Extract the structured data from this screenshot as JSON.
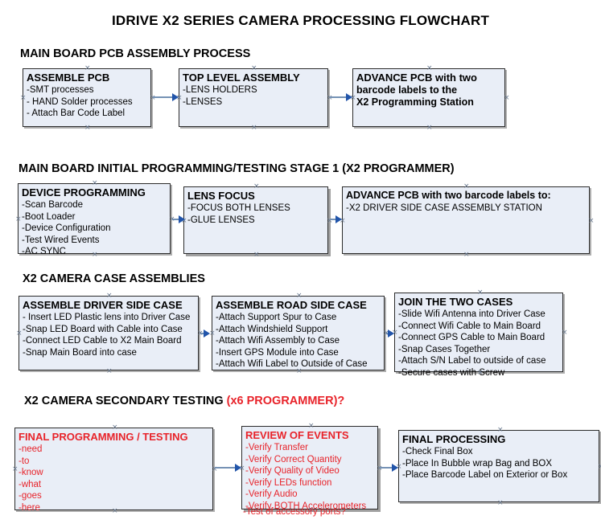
{
  "document": {
    "title": "IDRIVE X2  SERIES CAMERA PROCESSING FLOWCHART",
    "box_fill_color": "#e9eef7",
    "box_border_color": "#2b2b2b",
    "connector_color": "#7592b5",
    "arrow_color": "#2255aa",
    "accent_red": "#e8232a"
  },
  "sections": [
    {
      "id": "main-board-pcb-assembly",
      "heading": "MAIN BOARD PCB ASSEMBLY PROCESS",
      "heading_accent": "",
      "nodes": [
        {
          "id": "assemble-pcb",
          "header": "ASSEMBLE PCB",
          "lines": [
            "-SMT processes",
            "- HAND Solder processes",
            "- Attach Bar Code Label"
          ]
        },
        {
          "id": "top-level-assembly",
          "header": "TOP LEVEL ASSEMBLY",
          "lines": [
            "-LENS HOLDERS",
            "-LENSES"
          ]
        },
        {
          "id": "advance-pcb-programming-station",
          "header": "ADVANCE PCB with two",
          "lines": [
            "barcode labels to the",
            " X2 Programming Station"
          ]
        }
      ]
    },
    {
      "id": "main-board-initial-programming",
      "heading": "MAIN BOARD INITIAL PROGRAMMING/TESTING STAGE 1 (X2 PROGRAMMER)",
      "heading_accent": "",
      "nodes": [
        {
          "id": "device-programming",
          "header": "DEVICE PROGRAMMING",
          "lines": [
            "-Scan Barcode",
            "-Boot Loader",
            "-Device Configuration",
            "-Test Wired Events",
            "-AC SYNC"
          ]
        },
        {
          "id": "lens-focus",
          "header": "LENS FOCUS",
          "lines": [
            "-FOCUS BOTH LENSES",
            "-GLUE LENSES"
          ]
        },
        {
          "id": "advance-pcb-driver-side-case",
          "header": "ADVANCE PCB with two barcode labels to:",
          "lines": [
            "-X2 DRIVER  SIDE  CASE  ASSEMBLY STATION"
          ]
        }
      ]
    },
    {
      "id": "x2-camera-case-assemblies",
      "heading": "X2 CAMERA CASE ASSEMBLIES",
      "heading_accent": "",
      "nodes": [
        {
          "id": "assemble-driver-side-case",
          "header": "ASSEMBLE DRIVER SIDE CASE",
          "lines": [
            "- Insert LED Plastic lens into Driver Case",
            "-Snap LED Board with Cable into Case",
            "-Connect LED Cable to X2 Main Board",
            "-Snap Main Board into case"
          ]
        },
        {
          "id": "assemble-road-side-case",
          "header": "ASSEMBLE ROAD SIDE CASE",
          "lines": [
            "-Attach Support Spur to Case",
            "-Attach Windshield Support",
            "-Attach Wifi Assembly to Case",
            "-Insert GPS Module into Case",
            "-Attach Wifi Label to Outside of Case"
          ]
        },
        {
          "id": "join-the-two-cases",
          "header": "JOIN THE TWO CASES",
          "lines": [
            "-Slide Wifi Antenna into Driver Case",
            "-Connect Wifi Cable to Main Board",
            "-Connect GPS Cable to Main Board",
            "-Snap Cases Together",
            "-Attach S/N Label to outside of case",
            "-Secure cases with Screw"
          ]
        }
      ]
    },
    {
      "id": "x2-camera-secondary-testing",
      "heading": "X2 CAMERA SECONDARY TESTING ",
      "heading_accent": "(x6 PROGRAMMER)?",
      "nodes": [
        {
          "id": "final-programming-testing",
          "header": "FINAL PROGRAMMING / TESTING",
          "lines": [
            "-need",
            "-to",
            "-know",
            "-what",
            "-goes",
            "-here"
          ]
        },
        {
          "id": "review-of-events",
          "header": "REVIEW OF EVENTS",
          "lines": [
            "-Verify Transfer",
            "-Verify Correct Quantity",
            "-Verify Quality of Video",
            "-Verify LEDs function",
            "-Verify Audio",
            "-Verify BOTH Accelerometers"
          ],
          "overflow_line": "-Test of accessory ports?"
        },
        {
          "id": "final-processing",
          "header": "FINAL PROCESSING",
          "lines": [
            " -Check Final Box",
            "-Place In Bubble wrap Bag and BOX",
            "-Place Barcode Label on Exterior or Box"
          ]
        }
      ]
    }
  ]
}
